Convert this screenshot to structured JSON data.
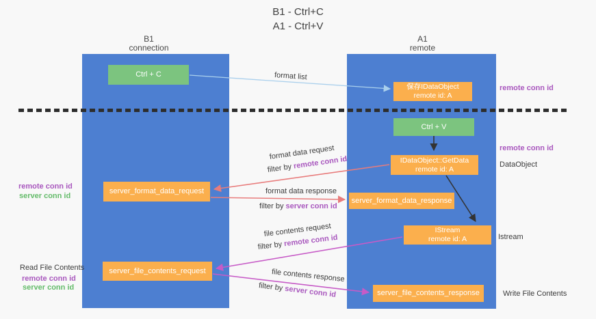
{
  "title": {
    "line1": "B1 - Ctrl+C",
    "line2": "A1 - Ctrl+V"
  },
  "columns": {
    "left": {
      "name": "B1",
      "role": "connection"
    },
    "right": {
      "name": "A1",
      "role": "remote"
    }
  },
  "nodes": {
    "ctrl_c": "Ctrl + C",
    "save_dataobject": {
      "line1": "保存IDataObject",
      "line2": "remote id: A"
    },
    "ctrl_v": "Ctrl + V",
    "getdata": {
      "line1": "IDataObject::GetData",
      "line2": "remote id: A"
    },
    "istream_node": {
      "line1": "IStream",
      "line2": "remote id: A"
    },
    "server_format_data_request": "server_format_data_request",
    "server_format_data_response": "server_format_data_response",
    "server_file_contents_request": "server_file_contents_request",
    "server_file_contents_response": "server_file_contents_response"
  },
  "labels": {
    "format_list": "format list",
    "format_data_request": "format data request",
    "format_data_response": "format data response",
    "file_contents_request": "file contents request",
    "file_contents_response": "file contents response",
    "filter_by": "filter by ",
    "remote_conn_id": "remote conn id",
    "server_conn_id": "server conn id",
    "dataobject": "DataObject",
    "istream": "Istream",
    "read_file_contents": "Read File Contents",
    "write_file_contents": "Write File Contents"
  },
  "colors": {
    "column_blue": "#4d7fd1",
    "box_green": "#7cc47f",
    "box_orange": "#fbaf4d",
    "purple_text": "#a958be",
    "green_text": "#64bb6a",
    "arrow_salmon": "#e87c7c",
    "arrow_magenta": "#c75bc7",
    "arrow_light_blue": "#a9cfec",
    "arrow_black": "#333333",
    "background": "#f8f8f8"
  }
}
